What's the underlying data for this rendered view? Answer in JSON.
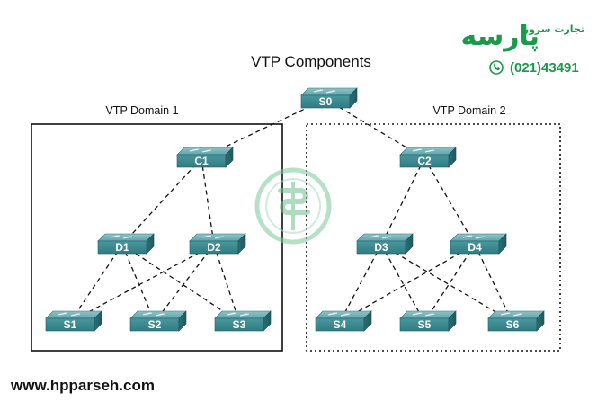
{
  "title": "VTP Components",
  "domains": [
    {
      "id": "domain1",
      "label": "VTP Domain 1"
    },
    {
      "id": "domain2",
      "label": "VTP Domain 2"
    }
  ],
  "switches": [
    {
      "id": "S0",
      "label": "S0"
    },
    {
      "id": "C1",
      "label": "C1"
    },
    {
      "id": "C2",
      "label": "C2"
    },
    {
      "id": "D1",
      "label": "D1"
    },
    {
      "id": "D2",
      "label": "D2"
    },
    {
      "id": "D3",
      "label": "D3"
    },
    {
      "id": "D4",
      "label": "D4"
    },
    {
      "id": "S1",
      "label": "S1"
    },
    {
      "id": "S2",
      "label": "S2"
    },
    {
      "id": "S3",
      "label": "S3"
    },
    {
      "id": "S4",
      "label": "S4"
    },
    {
      "id": "S5",
      "label": "S5"
    },
    {
      "id": "S6",
      "label": "S6"
    }
  ],
  "links": [
    [
      "S0",
      "C1"
    ],
    [
      "S0",
      "C2"
    ],
    [
      "C1",
      "D1"
    ],
    [
      "C1",
      "D2"
    ],
    [
      "C2",
      "D3"
    ],
    [
      "C2",
      "D4"
    ],
    [
      "D1",
      "S1"
    ],
    [
      "D1",
      "S2"
    ],
    [
      "D1",
      "S3"
    ],
    [
      "D2",
      "S1"
    ],
    [
      "D2",
      "S2"
    ],
    [
      "D2",
      "S3"
    ],
    [
      "D3",
      "S4"
    ],
    [
      "D3",
      "S5"
    ],
    [
      "D3",
      "S6"
    ],
    [
      "D4",
      "S4"
    ],
    [
      "D4",
      "S5"
    ],
    [
      "D4",
      "S6"
    ]
  ],
  "branding": {
    "logo_text": "پارسه",
    "logo_tagline": "تجارت سرور",
    "phone": "(021)43491",
    "website": "www.hpparseh.com",
    "accent_color": "#1a9a4a",
    "switch_color": "#3f8f96"
  }
}
